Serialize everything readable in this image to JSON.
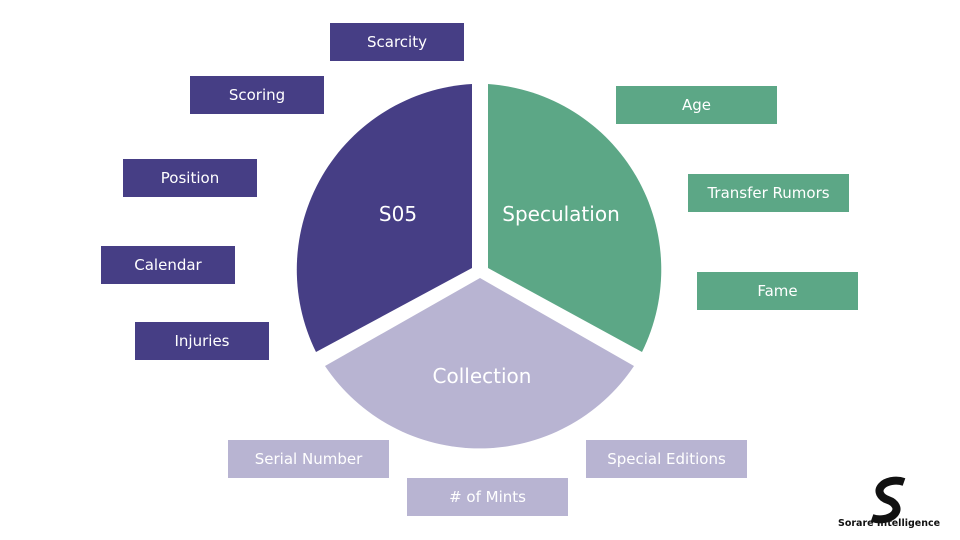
{
  "segments": {
    "s05": {
      "label": "S05",
      "color": "#463e85"
    },
    "speculation": {
      "label": "Speculation",
      "color": "#5ca786"
    },
    "collection": {
      "label": "Collection",
      "color": "#b8b4d2"
    }
  },
  "tags": {
    "s05": [
      "Scarcity",
      "Scoring",
      "Position",
      "Calendar",
      "Injuries"
    ],
    "speculation": [
      "Age",
      "Transfer Rumors",
      "Fame"
    ],
    "collection": [
      "Serial Number",
      "# of Mints",
      "Special Editions"
    ]
  },
  "logo": {
    "text": "Sorare Intelligence",
    "icon": "sorare-s-icon"
  }
}
